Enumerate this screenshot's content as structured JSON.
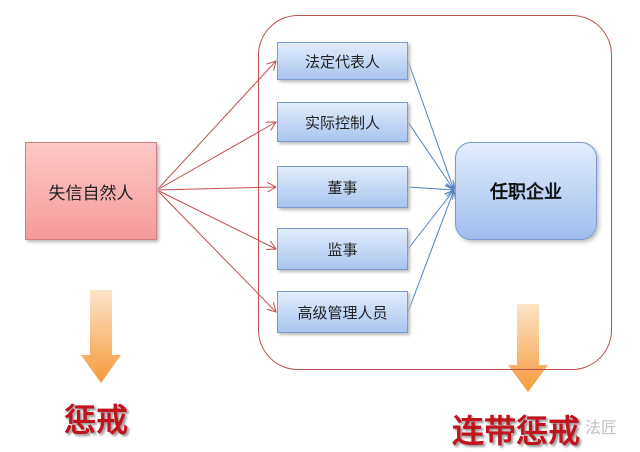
{
  "source": {
    "label": "失信自然人"
  },
  "roles": [
    {
      "label": "法定代表人"
    },
    {
      "label": "实际控制人"
    },
    {
      "label": "董事"
    },
    {
      "label": "监事"
    },
    {
      "label": "高级管理人员"
    }
  ],
  "target": {
    "label": "任职企业"
  },
  "outcomes": {
    "left": "惩戒",
    "right": "连带惩戒"
  },
  "watermark": "法匠",
  "colors": {
    "red_arrow": "#c0504d",
    "blue_line": "#4f81bd",
    "orange_arrow": "#f8a850"
  }
}
